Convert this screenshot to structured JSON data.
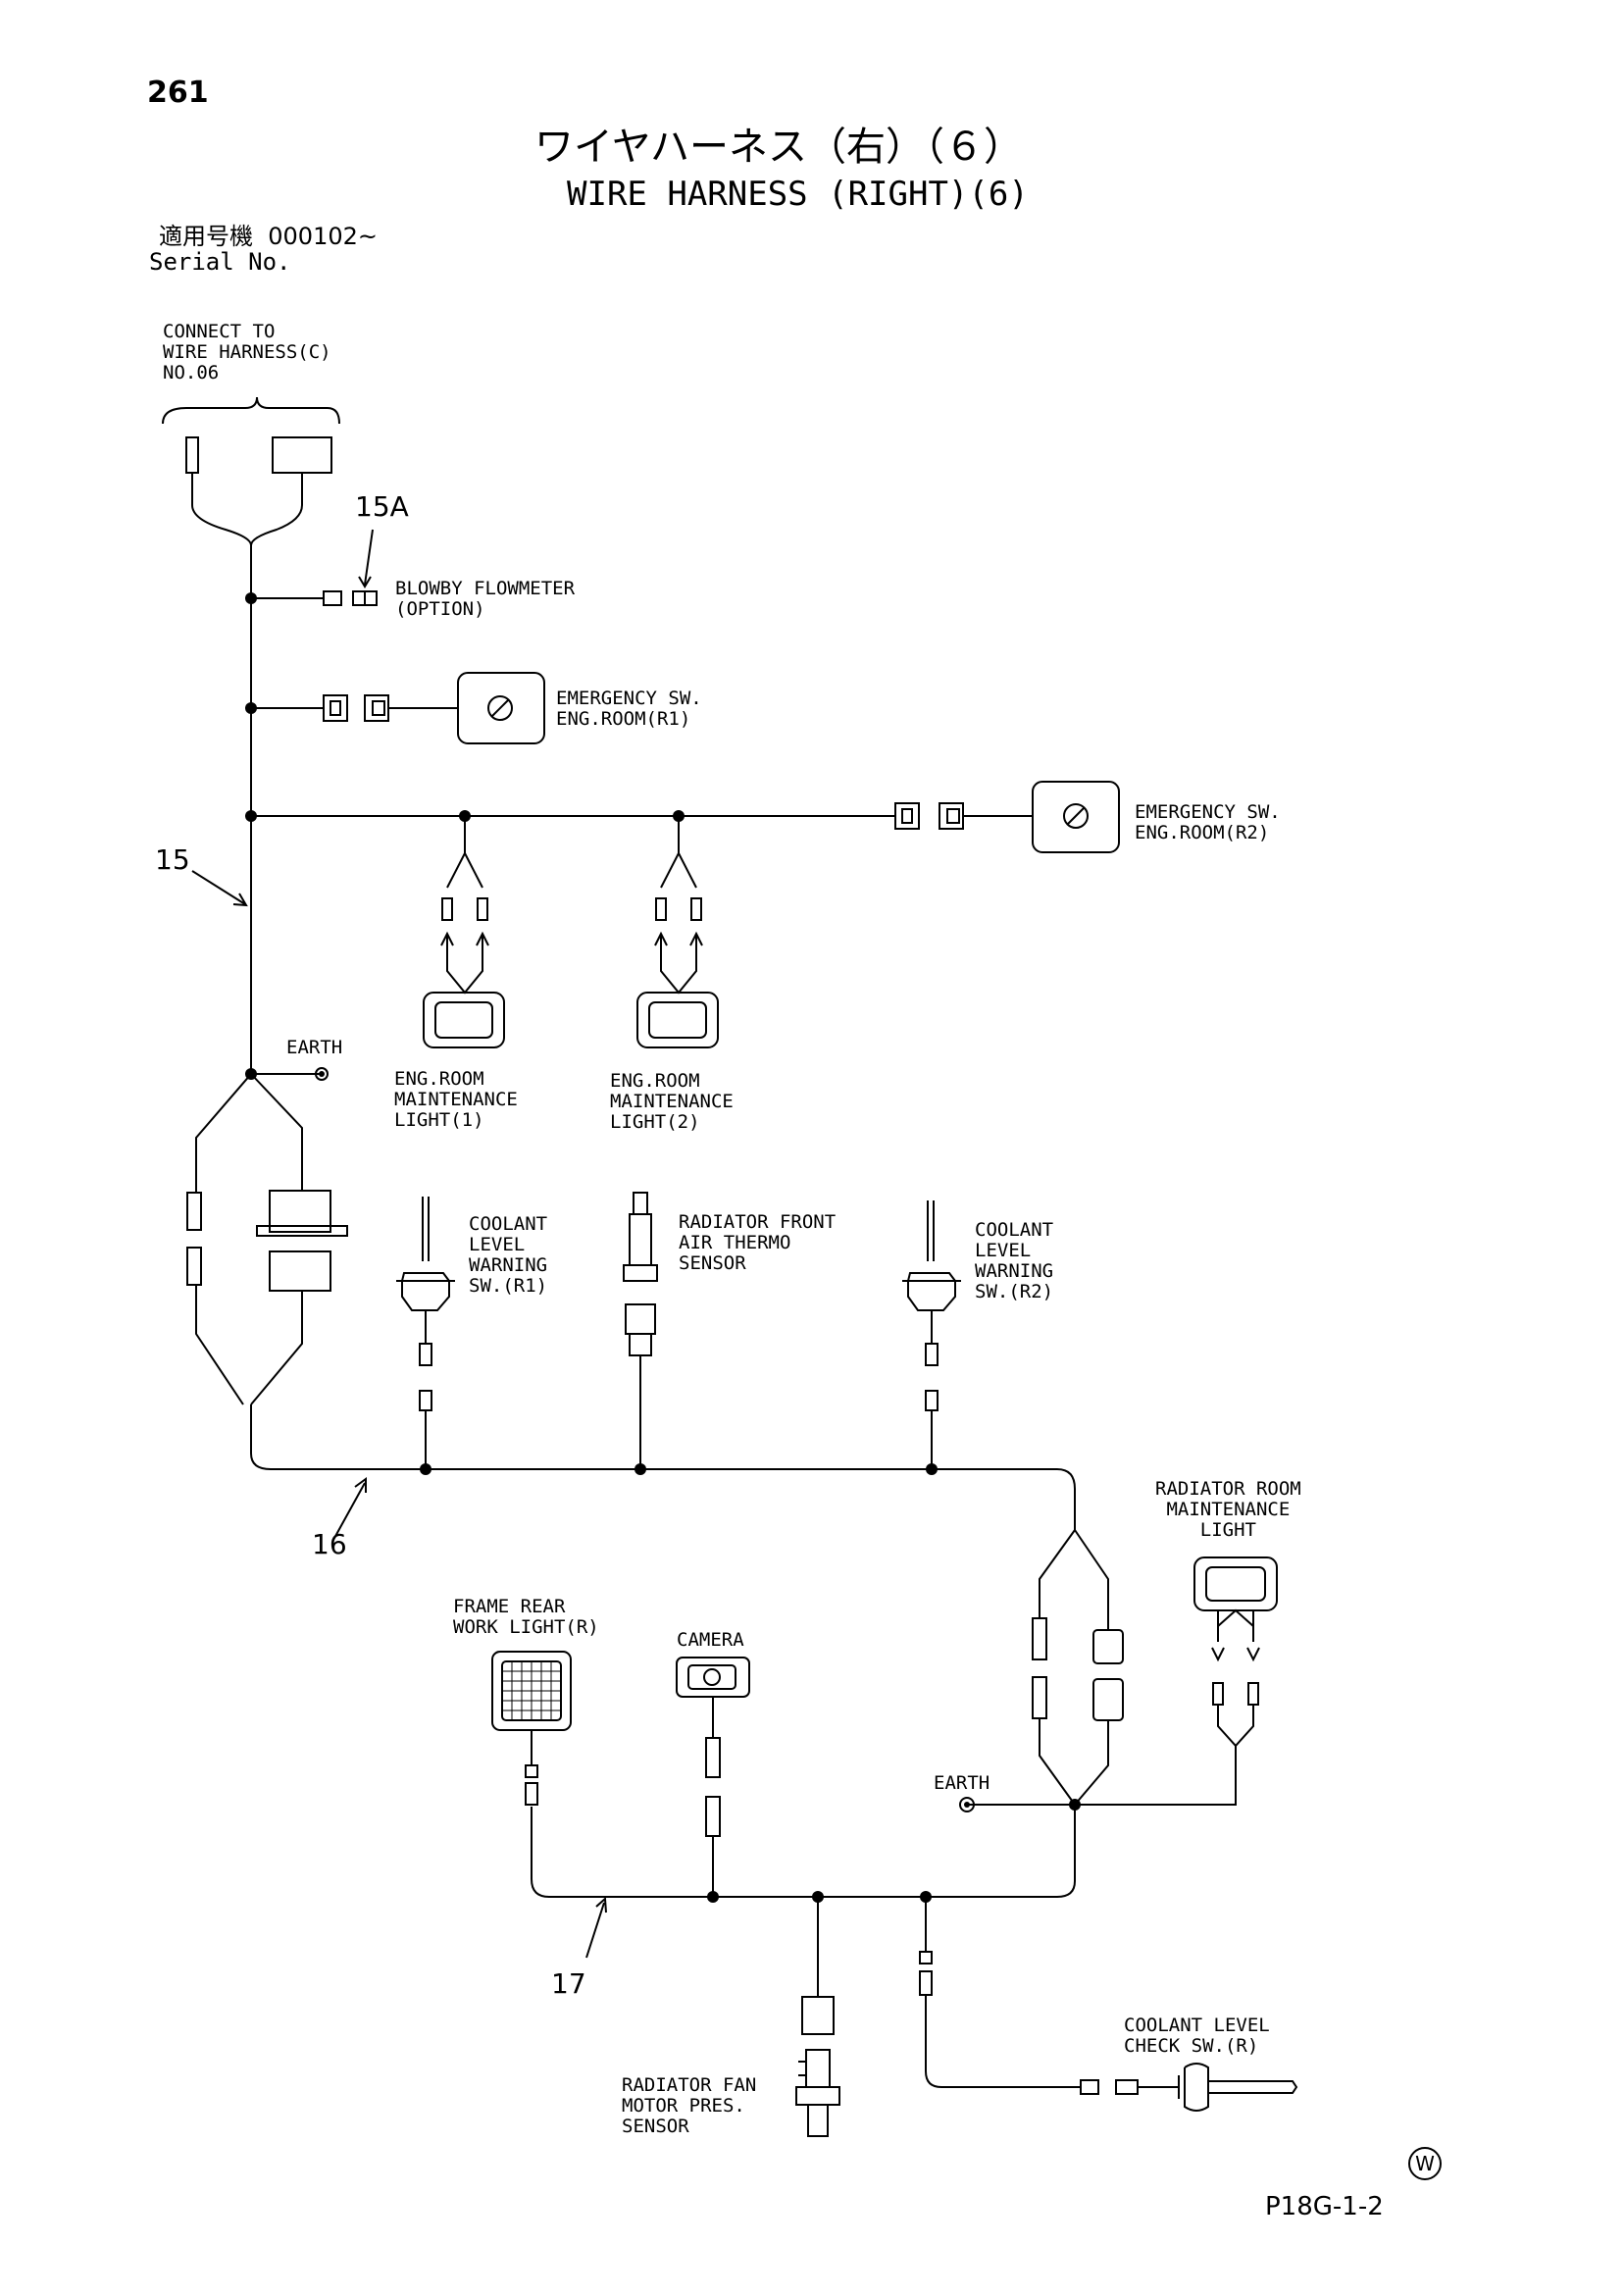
{
  "page_number": "261",
  "title_jp": "ワイヤハーネス（右）（６）",
  "title_en": "WIRE HARNESS (RIGHT)(6)",
  "serial_label_jp": "適用号機",
  "serial_value": "000102~",
  "serial_label_en": "Serial No.",
  "components": {
    "connect_to": "CONNECT TO\nWIRE HARNESS(C)\nNO.06",
    "blowby": "BLOWBY FLOWMETER\n(OPTION)",
    "emergency_r1": "EMERGENCY SW.\nENG.ROOM(R1)",
    "emergency_r2": "EMERGENCY SW.\nENG.ROOM(R2)",
    "earth_upper": "EARTH",
    "light1": "ENG.ROOM\nMAINTENANCE\nLIGHT(1)",
    "light2": "ENG.ROOM\nMAINTENANCE\nLIGHT(2)",
    "coolant_r1": "COOLANT\nLEVEL\nWARNING\nSW.(R1)",
    "radiator_front": "RADIATOR FRONT\nAIR THERMO\nSENSOR",
    "coolant_r2": "COOLANT\nLEVEL\nWARNING\nSW.(R2)",
    "radiator_room": "RADIATOR ROOM\nMAINTENANCE\nLIGHT",
    "frame_rear": "FRAME REAR\nWORK LIGHT(R)",
    "camera": "CAMERA",
    "earth_lower": "EARTH",
    "coolant_check": "COOLANT LEVEL\nCHECK SW.(R)",
    "radiator_fan": "RADIATOR FAN\nMOTOR PRES.\nSENSOR"
  },
  "refs": {
    "r15a": "15A",
    "r15": "15",
    "r16": "16",
    "r17": "17"
  },
  "footer": {
    "symbol": "W",
    "drawing_code": "P18G-1-2"
  }
}
